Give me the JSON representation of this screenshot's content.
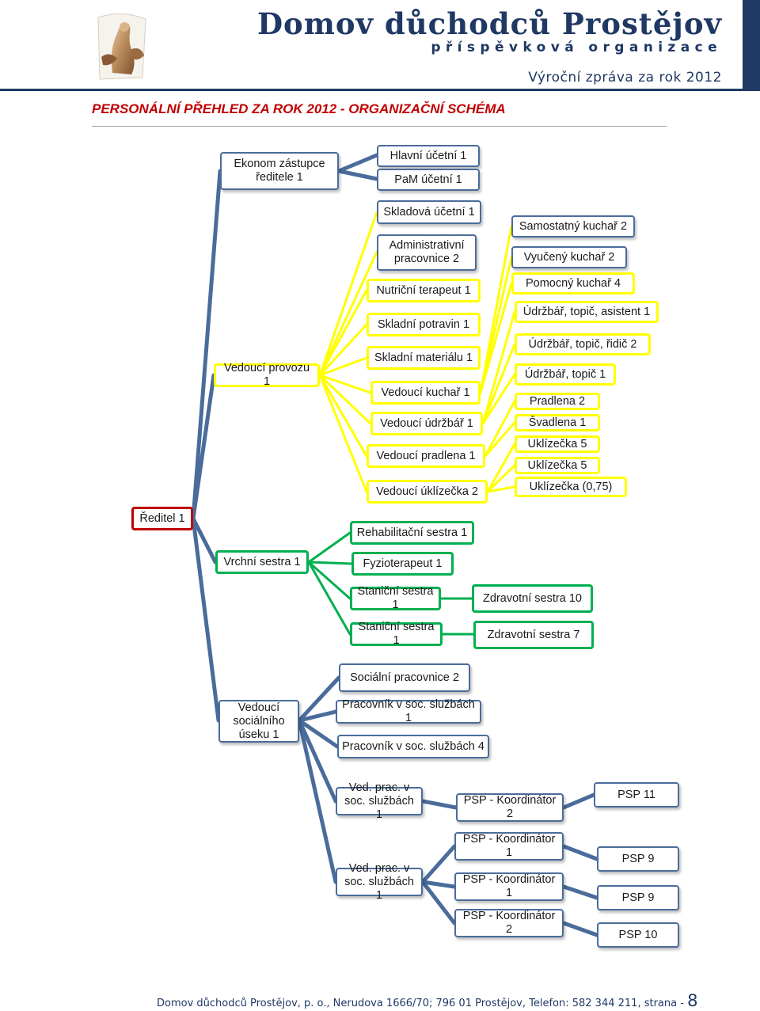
{
  "header": {
    "org_name": "Domov důchodců Prostějov",
    "org_subtitle": "příspěvková organizace",
    "report_title": "Výroční zpráva za rok 2012"
  },
  "section_title": "PERSONÁLNÍ PŘEHLED ZA ROK 2012 - ORGANIZAČNÍ SCHÉMA",
  "org_chart": {
    "director": "Ředitel 1",
    "economy": {
      "head": "Ekonom zástupce ředitele 1",
      "staff": [
        "Hlavní účetní 1",
        "PaM účetní 1"
      ]
    },
    "operations": {
      "head": "Vedoucí provozu 1",
      "staff": [
        "Skladová účetní 1",
        "Administrativní pracovnice 2",
        "Nutriční terapeut 1",
        "Skladní potravin 1",
        "Skladní materiálu 1",
        "Vedoucí kuchař 1",
        "Vedoucí údržbář 1",
        "Vedoucí pradlena 1",
        "Vedoucí úklízečka 2"
      ],
      "sub_staff": [
        "Samostatný kuchař 2",
        "Vyučený kuchař 2",
        "Pomocný kuchař 4",
        "Údržbář, topič, asistent 1",
        "Údržbář, topič, řidič 2",
        "Údržbář, topič 1",
        "Pradlena 2",
        "Švadlena 1",
        "Uklízečka 5",
        "Uklízečka 5",
        "Uklízečka (0,75)"
      ]
    },
    "nursing": {
      "head": "Vrchní sestra 1",
      "staff": [
        "Rehabilitační sestra 1",
        "Fyzioterapeut 1",
        "Staniční sestra 1",
        "Staniční sestra 1"
      ],
      "sub_staff": [
        "Zdravotní sestra 10",
        "Zdravotní sestra 7"
      ]
    },
    "social": {
      "head": "Vedoucí sociálního úseku 1",
      "staff": [
        "Sociální pracovnice 2",
        "Pracovník v soc. službách 1",
        "Pracovník v soc. službách 4",
        "Ved. prac. v soc. službách 1",
        "Ved. prac. v soc. službách 1"
      ],
      "coordinators": [
        "PSP - Koordinátor 2",
        "PSP - Koordinátor 1",
        "PSP - Koordinátor 1",
        "PSP - Koordinátor 2"
      ],
      "psp": [
        "PSP 11",
        "PSP 9",
        "PSP 9",
        "PSP 10"
      ]
    }
  },
  "colors": {
    "brand": "#1f3864",
    "title_red": "#c00000",
    "director_border": "#c00000",
    "economy_border": "#4a6c9b",
    "operations_border": "#ffff00",
    "nursing_border": "#00b050",
    "connector_blue": "#4a6c9b"
  },
  "footer": {
    "text": "Domov důchodců Prostějov, p. o., Nerudova 1666/70; 796 01 Prostějov, Telefon: 582 344 211,   strana -",
    "page_number": "8"
  }
}
